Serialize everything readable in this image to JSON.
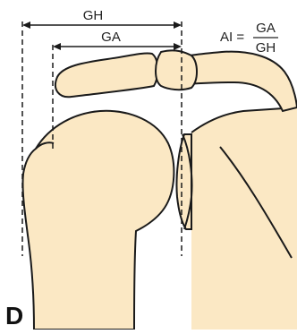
{
  "labels": {
    "gh": "GH",
    "ga": "GA"
  },
  "formula": {
    "lhs": "AI =",
    "numerator": "GA",
    "denominator": "GH"
  },
  "panel_letter": "D",
  "colors": {
    "bone_fill": "#fbe8c4",
    "outline": "#1a1a1a",
    "background": "#ffffff"
  }
}
